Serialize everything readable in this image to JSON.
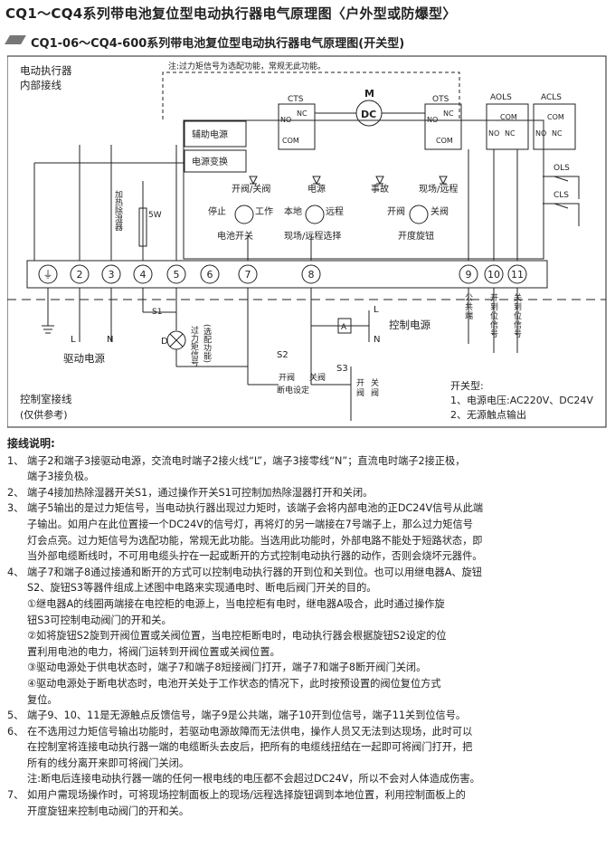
{
  "title": "CQ1～CQ4系列带电池复位型电动执行器电气原理图〈户外型或防爆型〉",
  "subtitle": "CQ1-06～CQ4-600系列带电池复位型电动执行器电气原理图(开关型)",
  "diagram": {
    "internal_wiring_label": [
      "电动执行器",
      "内部接线"
    ],
    "overload_note": "注:过力矩信号为选配功能，常规无此功能。",
    "switches": {
      "cts": "CTS",
      "ots": "OTS",
      "aols": "AOLS",
      "acls": "ACLS",
      "ols": "OLS",
      "cls": "CLS"
    },
    "contacts": {
      "no": "NO",
      "nc": "NC",
      "com": "COM"
    },
    "motor": {
      "letter": "M",
      "label": "DC"
    },
    "aux_power": "辅助电源",
    "power_convert": "电源变换",
    "indicators": [
      "开阀/关阀",
      "电源",
      "事故",
      "现场/远程"
    ],
    "heater": {
      "label": "加热除湿器",
      "power": "5W"
    },
    "knobs": [
      {
        "left": "停止",
        "right": "工作",
        "caption": "电池开关"
      },
      {
        "left": "本地",
        "right": "远程",
        "caption": "现场/远程选择"
      },
      {
        "left": "开阀",
        "right": "关阀",
        "caption": "开度旋钮"
      }
    ],
    "terminals": [
      "⏚",
      "2",
      "3",
      "4",
      "5",
      "6",
      "7",
      "8",
      "9",
      "10",
      "11"
    ],
    "s1": "S1",
    "drive_L": "L",
    "drive_N": "N",
    "drive_power": "驱动电源",
    "lamp_D": "D",
    "overload_signal": "过力矩信号",
    "optional_function": "(选配功能)",
    "relay_A": "A",
    "ctrl_L": "L",
    "ctrl_N": "N",
    "control_power": "控制电源",
    "s2": "S2",
    "s3": "S3",
    "s2_open": "开阀",
    "s2_close": "关阀",
    "s2_caption": "断电设定",
    "s3_open": [
      "开",
      "阀"
    ],
    "s3_close": [
      "关",
      "阀"
    ],
    "term9_label": [
      "公",
      "共",
      "端"
    ],
    "term10_label": [
      "开",
      "到",
      "位",
      "信",
      "号"
    ],
    "term11_label": [
      "关",
      "到",
      "位",
      "信",
      "号"
    ],
    "control_room": "控制室接线",
    "reference_only": "(仅供参考)",
    "switch_type_title": "开关型:",
    "switch_type_items": [
      "1、电源电压:AC220V、DC24V",
      "2、无源触点输出"
    ]
  },
  "notes_title": "接线说明:",
  "notes": [
    {
      "num": "1、",
      "lines": [
        "端子2和端子3接驱动电源，交流电时端子2接火线“L”，端子3接零线“N”；直流电时端子2接正极，",
        "端子3接负极。"
      ]
    },
    {
      "num": "2、",
      "lines": [
        "端子4接加热除湿器开关S1，通过操作开关S1可控制加热除湿器打开和关闭。"
      ]
    },
    {
      "num": "3、",
      "lines": [
        "端子5输出的是过力矩信号，当电动执行器出现过力矩时，该端子会将内部电池的正DC24V信号从此端",
        "子输出。如用户在此位置接一个DC24V的信号灯，再将灯的另一端接在7号端子上，那么过力矩信号",
        "灯会点亮。过力矩信号为选配功能，常规无此功能。当选用此功能时，外部电路不能处于短路状态，即",
        "当外部电缆断线时，不可用电缆头拧在一起或断开的方式控制电动执行器的动作，否则会烧坏元器件。"
      ]
    },
    {
      "num": "4、",
      "lines": [
        "端子7和端子8通过接通和断开的方式可以控制电动执行器的开到位和关到位。也可以用继电器A、旋钮",
        "S2、旋钮S3等器件组成上述图中电路来实现通电时、断电后阀门开关的目的。"
      ]
    },
    {
      "num": "",
      "lines": [
        "①继电器A的线圈两端接在电控柜的电源上，当电控柜有电时，继电器A吸合，此时通过操作旋",
        "钮S3可控制电动阀门的开和关。",
        "②如将旋钮S2旋到开阀位置或关阀位置，当电控柜断电时，电动执行器会根据旋钮S2设定的位",
        "置利用电池的电力，将阀门运转到开阀位置或关阀位置。",
        "③驱动电源处于供电状态时，端子7和端子8短接阀门打开，端子7和端子8断开阀门关闭。",
        "④驱动电源处于断电状态时，电池开关处于工作状态的情况下，此时按预设置的阀位复位方式",
        "复位。"
      ]
    },
    {
      "num": "5、",
      "lines": [
        "端子9、10、11是无源触点反馈信号，端子9是公共端，端子10开到位信号，端子11关到位信号。"
      ]
    },
    {
      "num": "6、",
      "lines": [
        "在不选用过力矩信号输出功能时，若驱动电源故障而无法供电，操作人员又无法到达现场，此时可以",
        "在控制室将连接电动执行器一端的电缆断头去皮后，把所有的电缆线扭结在一起即可将阀门打开，把",
        "所有的线分离开来即可将阀门关闭。",
        "注:断电后连接电动执行器一端的任何一根电线的电压都不会超过DC24V，所以不会对人体造成伤害。"
      ]
    },
    {
      "num": "7、",
      "lines": [
        "如用户需现场操作时，可将现场控制面板上的现场/远程选择旋钮调到本地位置，利用控制面板上的",
        "开度旋钮来控制电动阀门的开和关。"
      ]
    }
  ]
}
